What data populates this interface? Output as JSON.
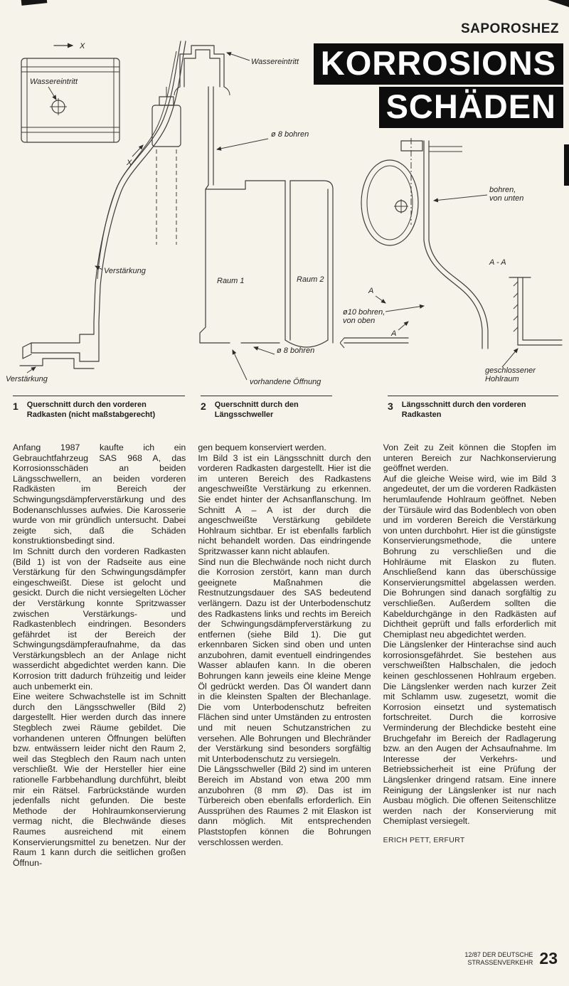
{
  "header": {
    "brand": "SAPOROSHEZ",
    "title_line1": "KORROSIONS",
    "title_line2": "SCHÄDEN"
  },
  "figures": {
    "fig1": {
      "number": "1",
      "caption": "Querschnitt durch den vorderen Radkasten (nicht maßstabgerecht)",
      "labels": {
        "x_arrow": "X",
        "wassereintritt": "Wassereintritt",
        "x_mark": "X",
        "verstaerkung_mid": "Verstärkung",
        "verstaerkung_bottom": "Verstärkung"
      }
    },
    "fig2": {
      "number": "2",
      "caption": "Querschnitt durch den Längsschweller",
      "labels": {
        "wassereintritt": "Wassereintritt",
        "bohren_top": "ø 8 bohren",
        "raum1": "Raum 1",
        "raum2": "Raum 2",
        "bohren_bottom": "ø 8 bohren",
        "oeffnung": "vorhandene Öffnung"
      }
    },
    "fig3": {
      "number": "3",
      "caption": "Längsschnitt durch den vorderen Radkasten",
      "labels": {
        "bohren_unten_1": "bohren,",
        "bohren_unten_2": "von unten",
        "aa": "A - A",
        "a1": "A",
        "a2": "A",
        "bohren_oben_1": "ø10 bohren,",
        "bohren_oben_2": "von oben",
        "hohlraum_1": "geschlossener",
        "hohlraum_2": "Hohlraum"
      }
    }
  },
  "article": {
    "columns": [
      {
        "paragraphs": [
          "Anfang 1987 kaufte ich ein Gebrauchtfahrzeug SAS 968 A, das Korrosionsschäden an beiden Längsschwellern, an beiden vorderen Radkästen im Bereich der Schwingungsdämpferverstärkung und des Bodenanschlusses aufwies. Die Karosserie wurde von mir gründlich untersucht. Dabei zeigte sich, daß die Schäden konstruktionsbedingt sind.",
          "Im Schnitt durch den vorderen Radkasten (Bild 1) ist von der Radseite aus eine Verstärkung für den Schwingungsdämpfer eingeschweißt. Diese ist gelocht und gesickt. Durch die nicht versiegelten Löcher der Verstärkung konnte Spritzwasser zwischen Verstärkungs- und Radkastenblech eindringen. Besonders gefährdet ist der Bereich der Schwingungsdämpferaufnahme, da das Verstärkungsblech an der Anlage nicht wasserdicht abgedichtet werden kann. Die Korrosion tritt dadurch frühzeitig und leider auch unbemerkt ein.",
          "Eine weitere Schwachstelle ist im Schnitt durch den Längsschweller (Bild 2) dargestellt. Hier werden durch das innere Stegblech zwei Räume gebildet. Die vorhandenen unteren Öffnungen belüften bzw. entwässern leider nicht den Raum 2, weil das Stegblech den Raum nach unten verschließt. Wie der Hersteller hier eine rationelle Farbbehandlung durchführt, bleibt mir ein Rätsel. Farbrückstände wurden jedenfalls nicht gefunden. Die beste Methode der Hohlraumkonservierung vermag nicht, die Blechwände dieses Raumes ausreichend mit einem Konservierungsmittel zu benetzen. Nur der Raum 1 kann durch die seitlichen großen Öffnun-"
        ]
      },
      {
        "paragraphs": [
          "gen bequem konserviert werden.",
          "Im Bild 3 ist ein Längsschnitt durch den vorderen Radkasten dargestellt. Hier ist die im unteren Bereich des Radkastens angeschweißte Verstärkung zu erkennen. Sie endet hinter der Achsanflanschung. Im Schnitt A – A ist der durch die angeschweißte Verstärkung gebildete Hohlraum sichtbar. Er ist ebenfalls farblich nicht behandelt worden. Das eindringende Spritzwasser kann nicht ablaufen.",
          "Sind nun die Blechwände noch nicht durch die Korrosion zerstört, kann man durch geeignete Maßnahmen die Restnutzungsdauer des SAS bedeutend verlängern. Dazu ist der Unterbodenschutz des Radkastens links und rechts im Bereich der Schwingungsdämpferverstärkung zu entfernen (siehe Bild 1). Die gut erkennbaren Sicken sind oben und unten anzubohren, damit eventuell eindringendes Wasser ablaufen kann. In die oberen Bohrungen kann jeweils eine kleine Menge Öl gedrückt werden. Das Öl wandert dann in die kleinsten Spalten der Blechanlage. Die vom Unterbodenschutz befreiten Flächen sind unter Umständen zu entrosten und mit neuen Schutzanstrichen zu versehen. Alle Bohrungen und Blechränder der Verstärkung sind besonders sorgfältig mit Unterbodenschutz zu versiegeln.",
          "Die Längsschweller (Bild 2) sind im unteren Bereich im Abstand von etwa 200 mm anzubohren (8 mm Ø). Das ist im Türbereich oben ebenfalls erforderlich. Ein Aussprühen des Raumes 2 mit Elaskon ist dann möglich. Mit entsprechenden Plaststopfen können die Bohrungen verschlossen werden."
        ]
      },
      {
        "paragraphs": [
          "Von Zeit zu Zeit können die Stopfen im unteren Bereich zur Nachkonservierung geöffnet werden.",
          "Auf die gleiche Weise wird, wie im Bild 3 angedeutet, der um die vorderen Radkästen herumlaufende Hohlraum geöffnet. Neben der Türsäule wird das Bodenblech von oben und im vorderen Bereich die Verstärkung von unten durchbohrt. Hier ist die günstigste Konservierungsmethode, die untere Bohrung zu verschließen und die Hohlräume mit Elaskon zu fluten. Anschließend kann das überschüssige Konservierungsmittel abgelassen werden. Die Bohrungen sind danach sorgfältig zu verschließen. Außerdem sollten die Kabeldurchgänge in den Radkästen auf Dichtheit geprüft und falls erforderlich mit Chemiplast neu abgedichtet werden.",
          "Die Längslenker der Hinterachse sind auch korrosionsgefährdet. Sie bestehen aus verschweißten Halbschalen, die jedoch keinen geschlossenen Hohlraum ergeben. Die Längslenker werden nach kurzer Zeit mit Schlamm usw. zugesetzt, womit die Korrosion einsetzt und systematisch fortschreitet. Durch die korrosive Verminderung der Blechdicke besteht eine Bruchgefahr im Bereich der Radlagerung bzw. an den Augen der Achsaufnahme. Im Interesse der Verkehrs- und Betriebssicherheit ist eine Prüfung der Längslenker dringend ratsam. Eine innere Reinigung der Längslenker ist nur nach Ausbau möglich. Die offenen Seitenschlitze werden nach der Konservierung mit Chemiplast versiegelt."
        ]
      }
    ],
    "author": "ERICH PETT, ERFURT"
  },
  "footer": {
    "issue_line1": "12/87 DER DEUTSCHE",
    "issue_line2": "STRASSENVERKEHR",
    "page_number": "23"
  }
}
